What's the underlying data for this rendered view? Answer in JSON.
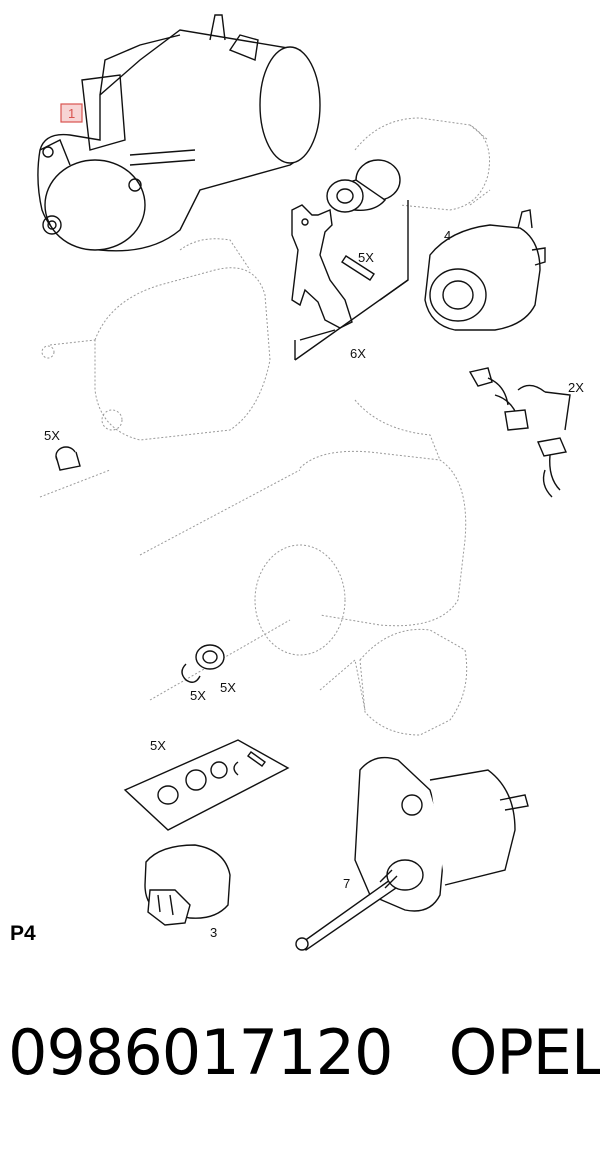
{
  "diagram": {
    "callout_label": "1",
    "labels": {
      "brush_kit_qty": "2X",
      "fork_pin_qty": "5X",
      "fork_kit_qty": "6X",
      "solenoid_num": "4",
      "bushing_qty": "5X",
      "ring_qty_a": "5X",
      "ring_qty_b": "5X",
      "kit_qty": "5X",
      "drive_num": "3",
      "armature_num": "7"
    },
    "page_code": "P4"
  },
  "footer": {
    "part_number": "0986017120",
    "brand": "OPEL"
  },
  "colors": {
    "callout": "#d9534f",
    "ink": "#111111"
  }
}
